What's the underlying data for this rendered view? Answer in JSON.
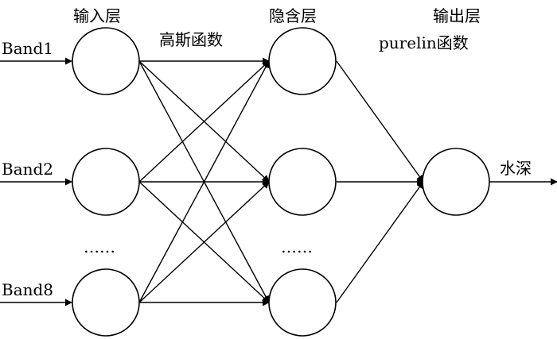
{
  "layers": {
    "input_title": "输入层",
    "hidden_title": "隐含层",
    "output_title": "输出层"
  },
  "functions": {
    "hidden": "高斯函数",
    "output": "purelin函数"
  },
  "inputs": [
    "Band1",
    "Band2",
    "Band8"
  ],
  "output_label": "水深",
  "ellipsis": "……"
}
